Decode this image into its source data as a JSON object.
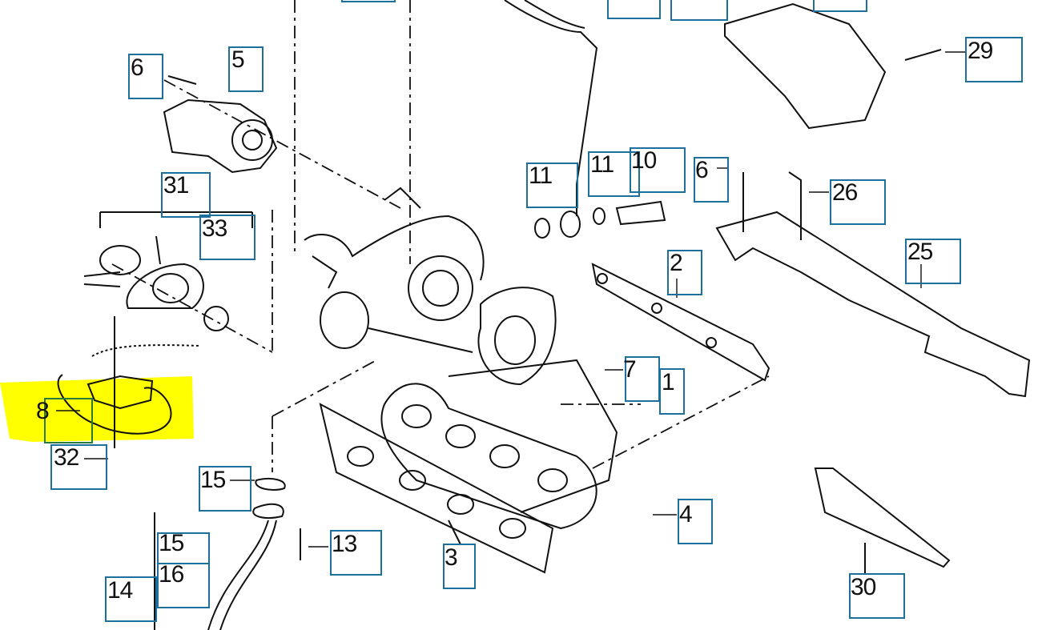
{
  "diagram": {
    "highlight_color": "#ffff00",
    "box_color": "#1d6f9c",
    "selected_box_color": "#2a7a3a",
    "callouts": [
      {
        "id": "c6a",
        "label": "6"
      },
      {
        "id": "c5",
        "label": "5"
      },
      {
        "id": "c31",
        "label": "31"
      },
      {
        "id": "c33",
        "label": "33"
      },
      {
        "id": "c11a",
        "label": "11"
      },
      {
        "id": "c11b",
        "label": "11"
      },
      {
        "id": "c10",
        "label": "10"
      },
      {
        "id": "c6b",
        "label": "6"
      },
      {
        "id": "c26",
        "label": "26"
      },
      {
        "id": "c29",
        "label": "29"
      },
      {
        "id": "c25",
        "label": "25"
      },
      {
        "id": "c2",
        "label": "2"
      },
      {
        "id": "c7",
        "label": "7"
      },
      {
        "id": "c1",
        "label": "1"
      },
      {
        "id": "c8",
        "label": "8"
      },
      {
        "id": "c32",
        "label": "32"
      },
      {
        "id": "c15a",
        "label": "15"
      },
      {
        "id": "c4",
        "label": "4"
      },
      {
        "id": "c13",
        "label": "13"
      },
      {
        "id": "c3",
        "label": "3"
      },
      {
        "id": "c15b",
        "label": "15"
      },
      {
        "id": "c16",
        "label": "16"
      },
      {
        "id": "c14",
        "label": "14"
      },
      {
        "id": "c30",
        "label": "30"
      }
    ]
  }
}
